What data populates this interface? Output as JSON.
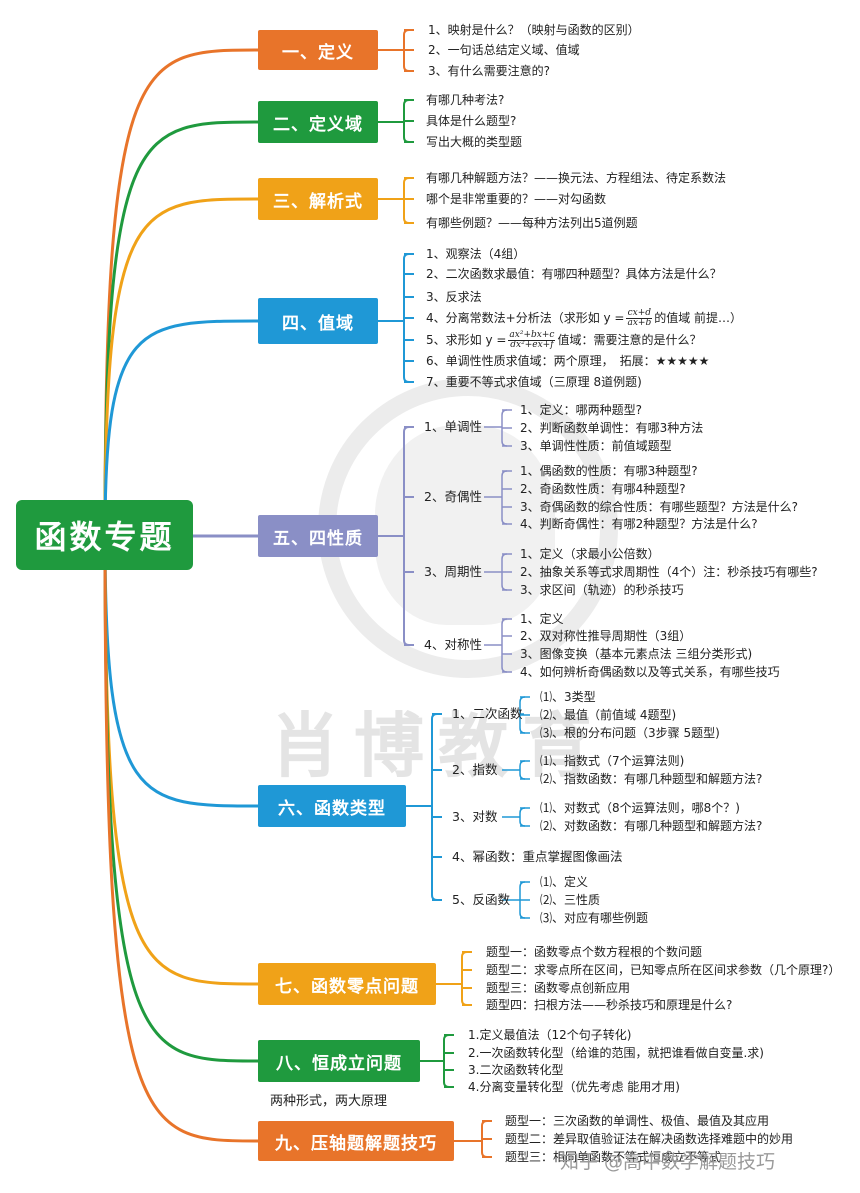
{
  "root": {
    "title": "函数专题"
  },
  "branches": [
    {
      "label": "一、定义",
      "color": "#e8742a",
      "items": [
        "1、映射是什么？（映射与函数的区别）",
        "2、一句话总结定义域、值域",
        "3、有什么需要注意的?"
      ]
    },
    {
      "label": "二、定义域",
      "color": "#1f9a3e",
      "items": [
        "有哪几种考法?",
        "具体是什么题型?",
        "写出大概的类型题"
      ]
    },
    {
      "label": "三、解析式",
      "color": "#f0a218",
      "items": [
        "有哪几种解题方法？——换元法、方程组法、待定系数法",
        "哪个是非常重要的？——对勾函数",
        "有哪些例题？——每种方法列出5道例题"
      ]
    },
    {
      "label": "四、值域",
      "color": "#1f98d6",
      "items": [
        "1、观察法（4组）",
        "2、二次函数求最值：有哪四种题型？具体方法是什么？",
        "3、反求法",
        {
          "pre": "4、分离常数法+分析法（求形如 y =",
          "num": "cx+d",
          "den": "ax+b",
          "post": "的值域 前提…）"
        },
        {
          "pre": "5、求形如 y =",
          "num": "ax²+bx+c",
          "den": "dx²+ex+f",
          "post": "值域：需要注意的是什么？"
        },
        "6、单调性性质求值域：两个原理，　拓展：★★★★★",
        "7、重要不等式求值域（三原理 8道例题)"
      ]
    },
    {
      "label": "五、四性质",
      "color": "#8a8fc6",
      "subs": [
        {
          "label": "1、单调性",
          "items": [
            "1、定义：哪两种题型?",
            "2、判断函数单调性：有哪3种方法",
            "3、单调性性质：前值域题型"
          ]
        },
        {
          "label": "2、奇偶性",
          "items": [
            "1、偶函数的性质：有哪3种题型?",
            "2、奇函数性质：有哪4种题型?",
            "3、奇偶函数的综合性质：有哪些题型？方法是什么?",
            "4、判断奇偶性：有哪2种题型？方法是什么?"
          ]
        },
        {
          "label": "3、周期性",
          "items": [
            "1、定义（求最小公倍数）",
            "2、抽象关系等式求周期性（4个）注：秒杀技巧有哪些?",
            "3、求区间（轨迹）的秒杀技巧"
          ]
        },
        {
          "label": "4、对称性",
          "items": [
            "1、定义",
            "2、双对称性推导周期性（3组）",
            "3、图像变换（基本元素点法 三组分类形式)",
            "4、如何辨析奇偶函数以及等式关系，有哪些技巧"
          ]
        }
      ]
    },
    {
      "label": "六、函数类型",
      "color": "#1f98d6",
      "subs": [
        {
          "label": "1、二次函数",
          "items": [
            "⑴、3类型",
            "⑵、最值（前值域 4题型)",
            "⑶、根的分布问题（3步骤 5题型)"
          ]
        },
        {
          "label": "2、指数",
          "items": [
            "⑴、指数式（7个运算法则)",
            "⑵、指数函数：有哪几种题型和解题方法?"
          ]
        },
        {
          "label": "3、对数",
          "items": [
            "⑴、对数式（8个运算法则，哪8个？)",
            "⑵、对数函数：有哪几种题型和解题方法?"
          ]
        },
        {
          "label": "4、幂函数：重点掌握图像画法",
          "items": []
        },
        {
          "label": "5、反函数",
          "items": [
            "⑴、定义",
            "⑵、三性质",
            "⑶、对应有哪些例题"
          ]
        }
      ]
    },
    {
      "label": "七、函数零点问题",
      "color": "#f0a218",
      "items": [
        "题型一：函数零点个数方程根的个数问题",
        "题型二：求零点所在区间，已知零点所在区间求参数（几个原理?）",
        "题型三：函数零点创新应用",
        "题型四：扫根方法——秒杀技巧和原理是什么?"
      ]
    },
    {
      "label": "八、恒成立问题",
      "color": "#1f9a3e",
      "caption": "两种形式，两大原理",
      "items": [
        "1.定义最值法（12个句子转化)",
        "2.一次函数转化型（给谁的范围，就把谁看做自变量.求)",
        "3.二次函数转化型",
        "4.分离变量转化型（优先考虑 能用才用)"
      ]
    },
    {
      "label": "九、压轴题解题技巧",
      "color": "#e8742a",
      "items": [
        "题型一：三次函数的单调性、极值、最值及其应用",
        "题型二：差异取值验证法在解决函数选择难题中的妙用",
        "题型三：相同单函数不等式恒成立不等式"
      ]
    }
  ],
  "watermark": "肖博教育",
  "footer": "知乎 @高中数学解题技巧"
}
